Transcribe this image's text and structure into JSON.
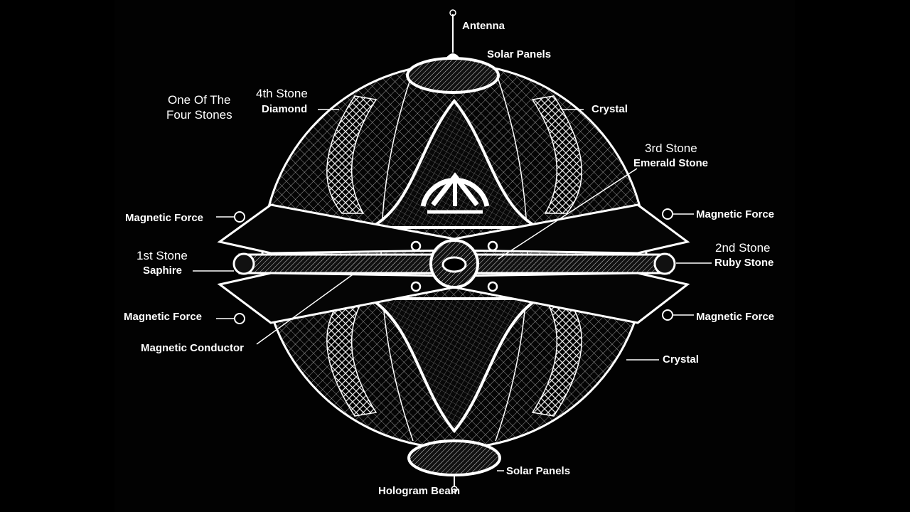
{
  "labels": {
    "antenna": "Antenna",
    "solar_panels_top": "Solar Panels",
    "one_of_four_1": "One Of The",
    "one_of_four_2": "Four Stones",
    "fourth_stone": "4th Stone",
    "diamond": "Diamond",
    "crystal_top": "Crystal",
    "third_stone": "3rd Stone",
    "emerald_stone": "Emerald Stone",
    "magnetic_force_tl": "Magnetic Force",
    "magnetic_force_tr": "Magnetic Force",
    "first_stone": "1st Stone",
    "saphire": "Saphire",
    "second_stone": "2nd Stone",
    "ruby_stone": "Ruby Stone",
    "magnetic_force_bl": "Magnetic Force",
    "magnetic_force_br": "Magnetic Force",
    "magnetic_conductor": "Magnetic Conductor",
    "crystal_bottom": "Crystal",
    "solar_panels_bottom": "Solar Panels",
    "hologram_beam": "Hologram Beam"
  },
  "colors": {
    "background": "#000000",
    "line": "#ffffff"
  }
}
